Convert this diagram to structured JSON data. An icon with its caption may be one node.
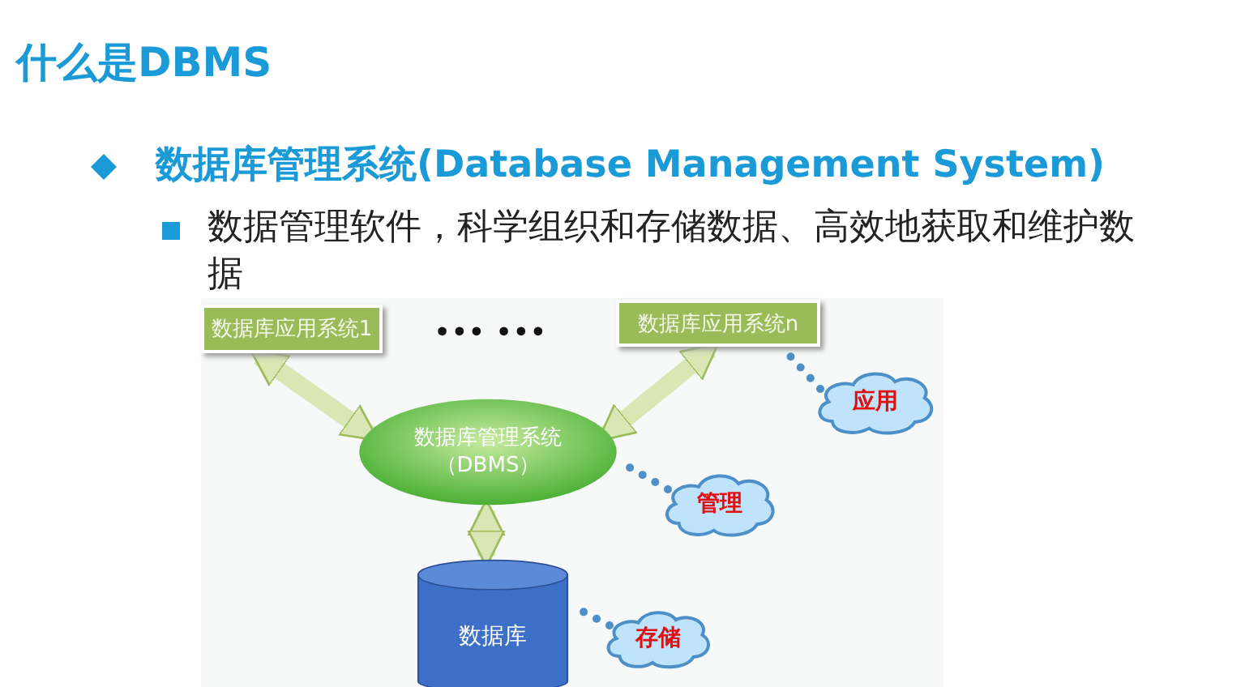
{
  "diagram": {
    "title": "什么是DBMS",
    "nodes": [
      {
        "text": [
          "数据库应用系统1"
        ]
      },
      {
        "text": [
          "数据库应用系统n"
        ]
      },
      {
        "text": [
          "数据库管理系统（DBMS）"
        ]
      },
      {
        "text": [
          "数据库"
        ]
      },
      {
        "text": [
          "应用"
        ]
      },
      {
        "text": [
          "管理"
        ]
      },
      {
        "text": [
          "存储"
        ]
      }
    ],
    "edges": [
      {
        "from": 0,
        "to": 2,
        "arrow": "both",
        "style": "thick"
      },
      {
        "from": 1,
        "to": 2,
        "arrow": "both",
        "style": "thick"
      },
      {
        "from": 2,
        "to": 3,
        "arrow": "both",
        "style": "thick"
      },
      {
        "from": 4,
        "to": 1,
        "arrow": "none",
        "style": "dashed",
        "color": "#4d90c8"
      },
      {
        "from": 5,
        "to": 2,
        "arrow": "none",
        "style": "dashed",
        "color": "#4d90c8"
      },
      {
        "from": 6,
        "to": 3,
        "arrow": "none",
        "style": "dashed",
        "color": "#4d90c8"
      }
    ],
    "labels": [
      "数据库管理系统(Database Management System)",
      "数据管理软件，科学组织和存储数据、高效地获取和维护数据",
      "•••  •••"
    ]
  }
}
